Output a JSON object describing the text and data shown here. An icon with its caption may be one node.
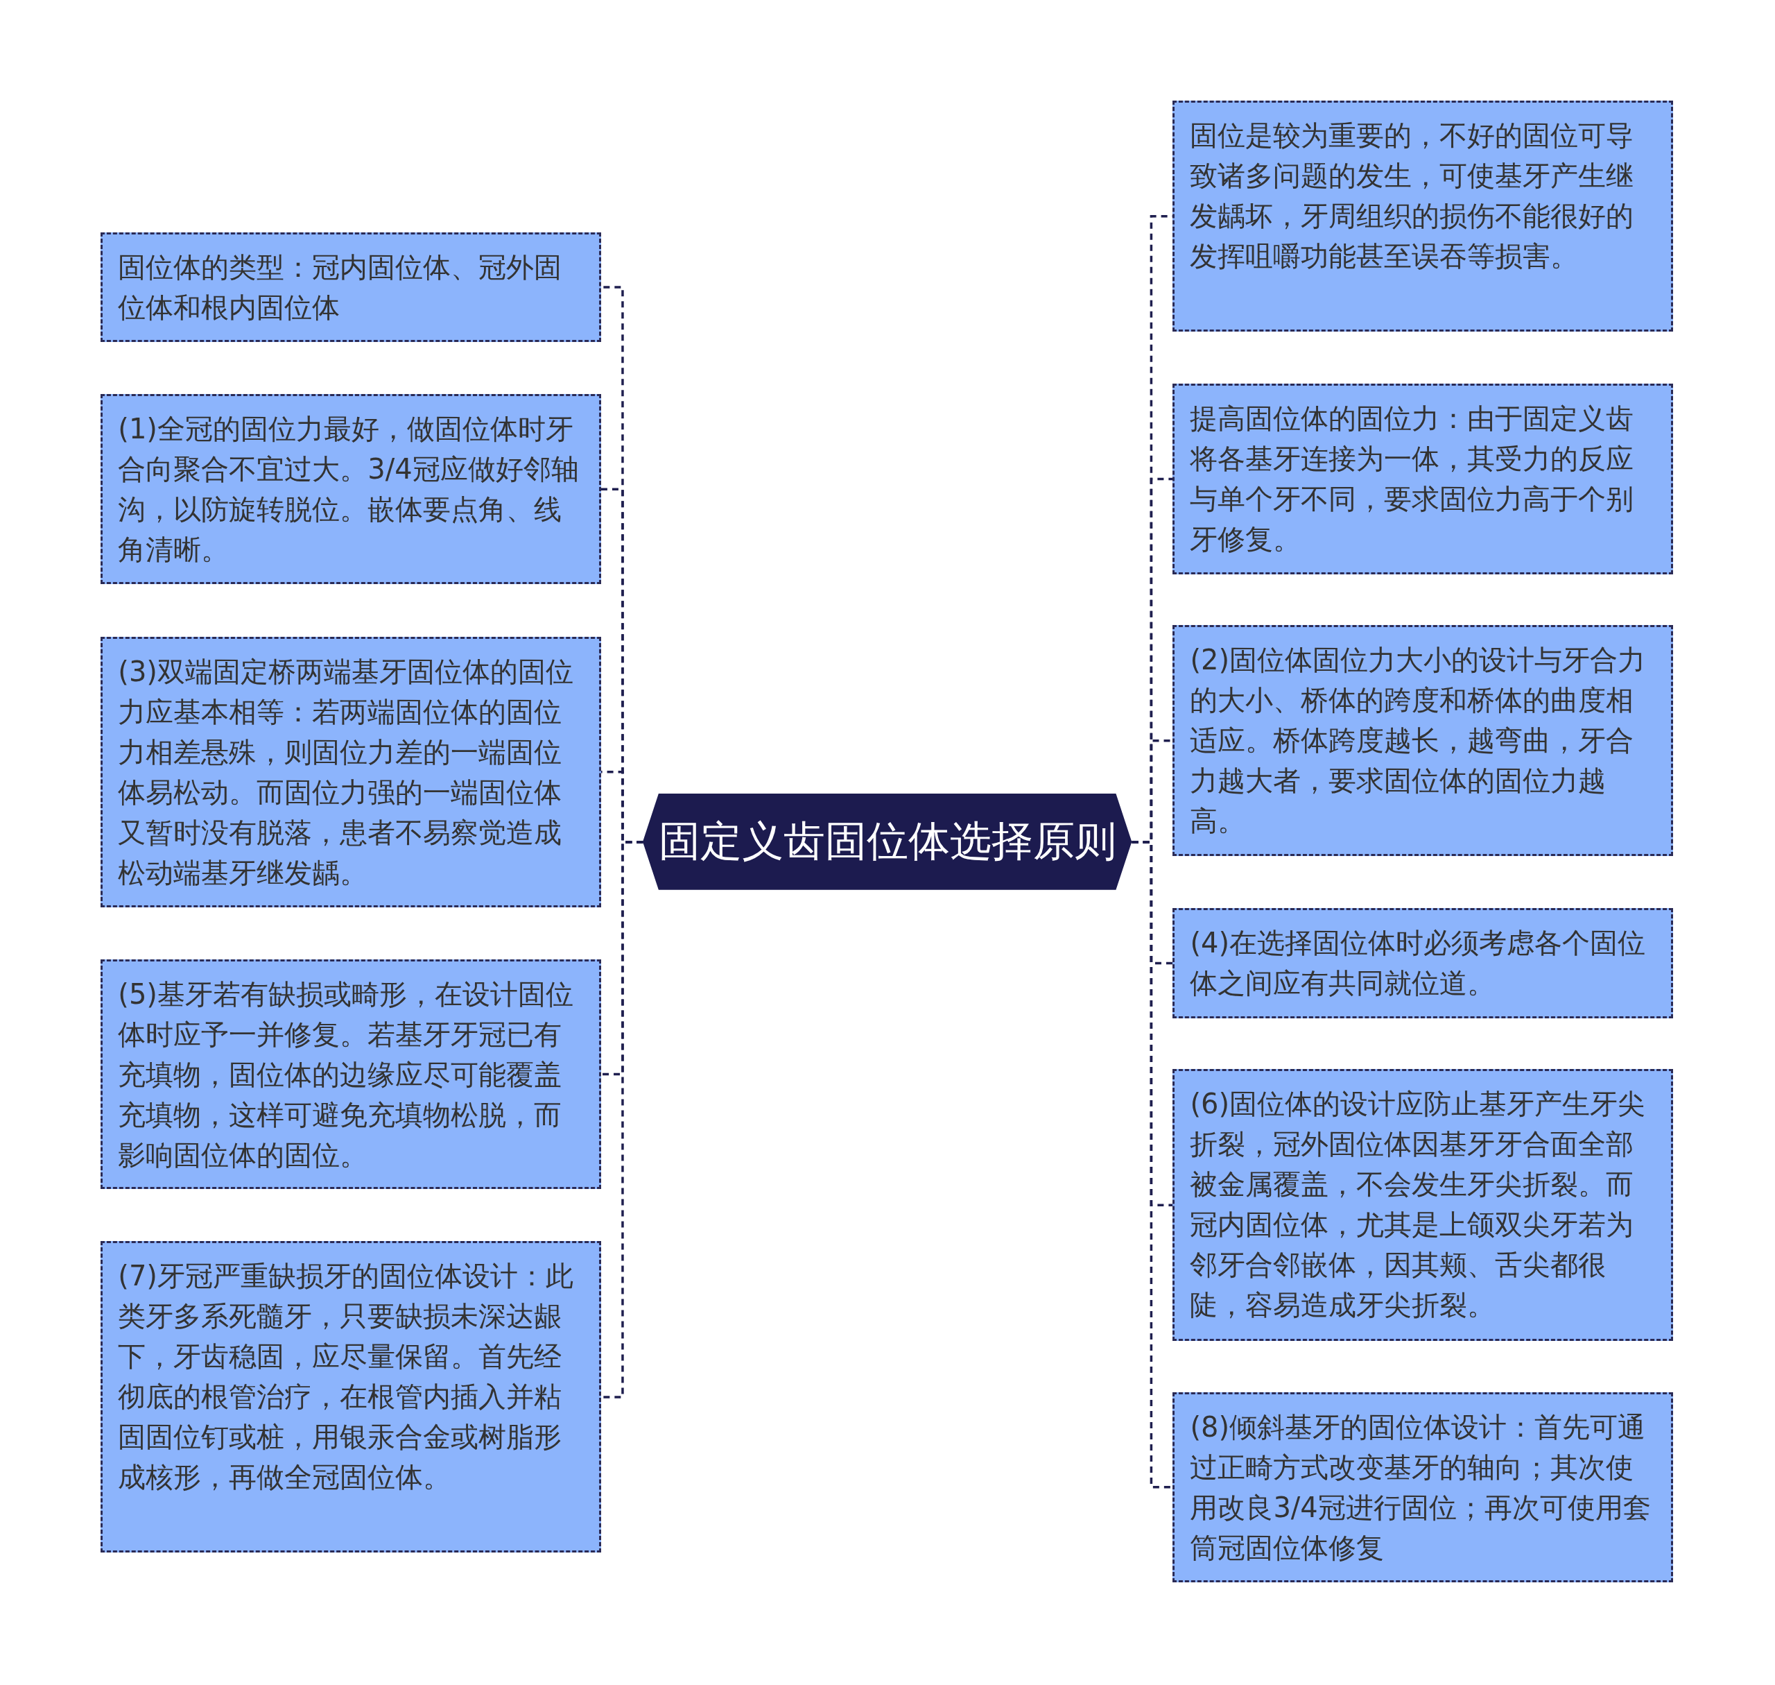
{
  "diagram": {
    "nodes": [
      {
        "text": [
          "固定义齿固位体选择原则"
        ]
      },
      {
        "text": [
          "固位体的类型：冠内固位体、冠外固位体和根内固位体"
        ]
      },
      {
        "text": [
          "(1)全冠的固位力最好，做固位体时牙合向聚合不宜过大。3/4冠应做好邻轴沟，以防旋转脱位。嵌体要点角、线角清晰。"
        ]
      },
      {
        "text": [
          "(3)双端固定桥两端基牙固位体的固位力应基本相等：若两端固位体的固位力相差悬殊，则固位力差的一端固位体易松动。而固位力强的一端固位体又暂时没有脱落，患者不易察觉造成松动端基牙继发龋。"
        ]
      },
      {
        "text": [
          "(5)基牙若有缺损或畸形，在设计固位体时应予一并修复。若基牙牙冠已有充填物，固位体的边缘应尽可能覆盖充填物，这样可避免充填物松脱，而影响固位体的固位。"
        ]
      },
      {
        "text": [
          "(7)牙冠严重缺损牙的固位体设计：此类牙多系死髓牙，只要缺损未深达龈下，牙齿稳固，应尽量保留。首先经彻底的根管治疗，在根管内插入并粘固固位钉或桩，用银汞合金或树脂形成核形，再做全冠固位体。"
        ]
      },
      {
        "text": [
          "固位是较为重要的，不好的固位可导致诸多问题的发生，可使基牙产生继发龋坏，牙周组织的损伤不能很好的发挥咀嚼功能甚至误吞等损害。"
        ]
      },
      {
        "text": [
          "提高固位体的固位力：由于固定义齿将各基牙连接为一体，其受力的反应与单个牙不同，要求固位力高于个别牙修复。"
        ]
      },
      {
        "text": [
          "(2)固位体固位力大小的设计与牙合力的大小、桥体的跨度和桥体的曲度相适应。桥体跨度越长，越弯曲，牙合力越大者，要求固位体的固位力越高。"
        ]
      },
      {
        "text": [
          "(4)在选择固位体时必须考虑各个固位体之间应有共同就位道。"
        ]
      },
      {
        "text": [
          "(6)固位体的设计应防止基牙产生牙尖折裂，冠外固位体因基牙牙合面全部被金属覆盖，不会发生牙尖折裂。而冠内固位体，尤其是上颌双尖牙若为邻牙合邻嵌体，因其颊、舌尖都很陡，容易造成牙尖折裂。"
        ]
      },
      {
        "text": [
          "(8)倾斜基牙的固位体设计：首先可通过正畸方式改变基牙的轴向；其次使用改良3/4冠进行固位；再次可使用套筒冠固位体修复"
        ]
      }
    ],
    "edges": [
      {
        "from": 0,
        "to": 1,
        "arrow": "none",
        "style": "dashed"
      },
      {
        "from": 0,
        "to": 2,
        "arrow": "none",
        "style": "dashed"
      },
      {
        "from": 0,
        "to": 3,
        "arrow": "none",
        "style": "dashed"
      },
      {
        "from": 0,
        "to": 4,
        "arrow": "none",
        "style": "dashed"
      },
      {
        "from": 0,
        "to": 5,
        "arrow": "none",
        "style": "dashed"
      },
      {
        "from": 0,
        "to": 6,
        "arrow": "none",
        "style": "dashed"
      },
      {
        "from": 0,
        "to": 7,
        "arrow": "none",
        "style": "dashed"
      },
      {
        "from": 0,
        "to": 8,
        "arrow": "none",
        "style": "dashed"
      },
      {
        "from": 0,
        "to": 9,
        "arrow": "none",
        "style": "dashed"
      },
      {
        "from": 0,
        "to": 10,
        "arrow": "none",
        "style": "dashed"
      },
      {
        "from": 0,
        "to": 11,
        "arrow": "none",
        "style": "dashed"
      }
    ]
  }
}
